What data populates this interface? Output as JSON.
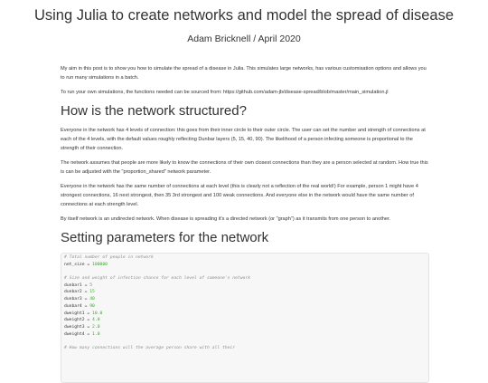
{
  "header": {
    "title": "Using Julia to create networks and model the spread of disease",
    "author_line": "Adam Bricknell / April 2020"
  },
  "intro": {
    "p1": "My aim in this post is to show you how to simulate the spread of a disease in Julia. This simulates large networks, has various customisation options and allows you to run many simulations in a batch.",
    "p2": "To run your own simulations, the functions needed can be sourced from: https://github.com/adam-jb/disease-spread/blob/master/main_simulation.jl"
  },
  "section1": {
    "heading": "How is the network structured?",
    "p1": "Everyone in the network has 4 levels of connection: this goes from their inner circle to their outer circle. The user can set the number and strength of connections at each of the 4 levels, with the default values roughly reflecting Dunbar layers (5, 15, 40, 90). The likelihood of a person infecting someone is proportional to the strength of their connection.",
    "p2": "The network assumes that people are more likely to know the connections of their own closest connections than they are a person selected at random. How true this is can be adjusted with the \"proportion_shared\" network parameter.",
    "p3": "Everyone in the network has the same number of connections at each level (this is clearly not a reflection of the real world!) For example, person 1 might have 4 strongest connections, 16 next strongest, then 35 3rd strongest and 100 weak connections. And everyone else in the network would have the same number of connections at each strength level.",
    "p4": "By itself network is an undirected network. When disease is spreading it's a directed network (or \"graph\") as it transmits from one person to another."
  },
  "section2": {
    "heading": "Setting parameters for the network"
  },
  "code": {
    "l1_comment": "# Total number of people in network",
    "l2_name": "net_size",
    "l2_eq": " = ",
    "l2_val": "100000",
    "l4_comment": "# Size and weight of infection chance for each level of someone's network",
    "l5_name": "dunbar1",
    "l5_val": "5",
    "l6_name": "dunbar2",
    "l6_val": "15",
    "l7_name": "dunbar3",
    "l7_val": "40",
    "l8_name": "dunbar4",
    "l8_val": "90",
    "l9_name": "dweight1",
    "l9_val": "10.0",
    "l10_name": "dweight2",
    "l10_val": "4.0",
    "l11_name": "dweight3",
    "l11_val": "2.0",
    "l12_name": "dweight4",
    "l12_val": "1.0",
    "l14_comment": "# How many connections will the average person share with all their",
    "eq": " = "
  }
}
